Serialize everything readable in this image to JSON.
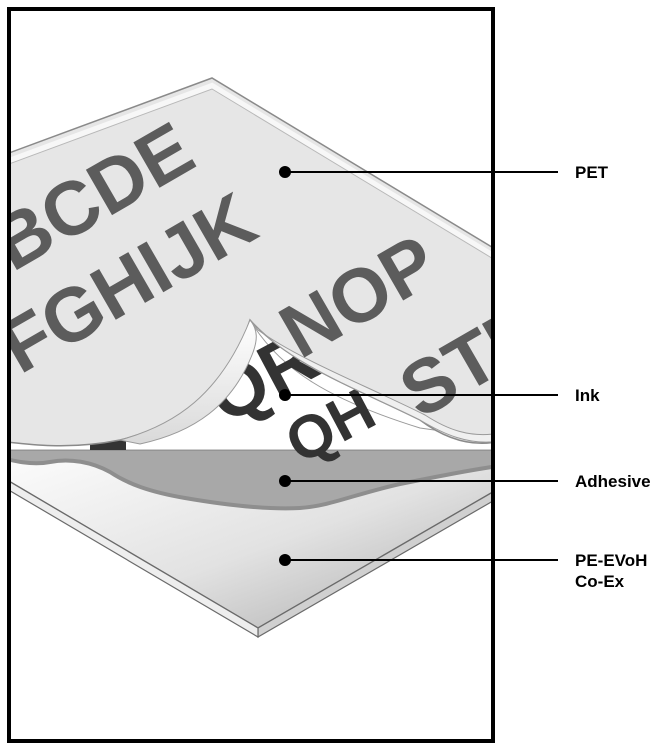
{
  "figure": {
    "sheet_letters": {
      "row1": "ABCDE",
      "row2": "FGHIJK",
      "row3": "NOP",
      "row4": "STU",
      "ink_row1": "QR",
      "ink_row2": "QH"
    },
    "layers": [
      {
        "id": "pet",
        "label": "PET",
        "label_line2": ""
      },
      {
        "id": "ink",
        "label": "Ink",
        "label_line2": ""
      },
      {
        "id": "adhesive",
        "label": "Adhesive",
        "label_line2": ""
      },
      {
        "id": "pe-evoh",
        "label": "PE-EVoH",
        "label_line2": "Co-Ex"
      }
    ],
    "colors": {
      "frame": "#000000",
      "pet_face": "#e6e6e6",
      "pet_edge": "#f2f2f2",
      "pet_letters": "#5c5c5c",
      "ink_face": "#ffffff",
      "ink_letters": "#3a3a3a",
      "adhesive": "#a8a8a8",
      "adhesive_edge": "#909090",
      "base_light": "#ffffff",
      "base_dark": "#b0b0b0",
      "leader": "#000000"
    }
  }
}
